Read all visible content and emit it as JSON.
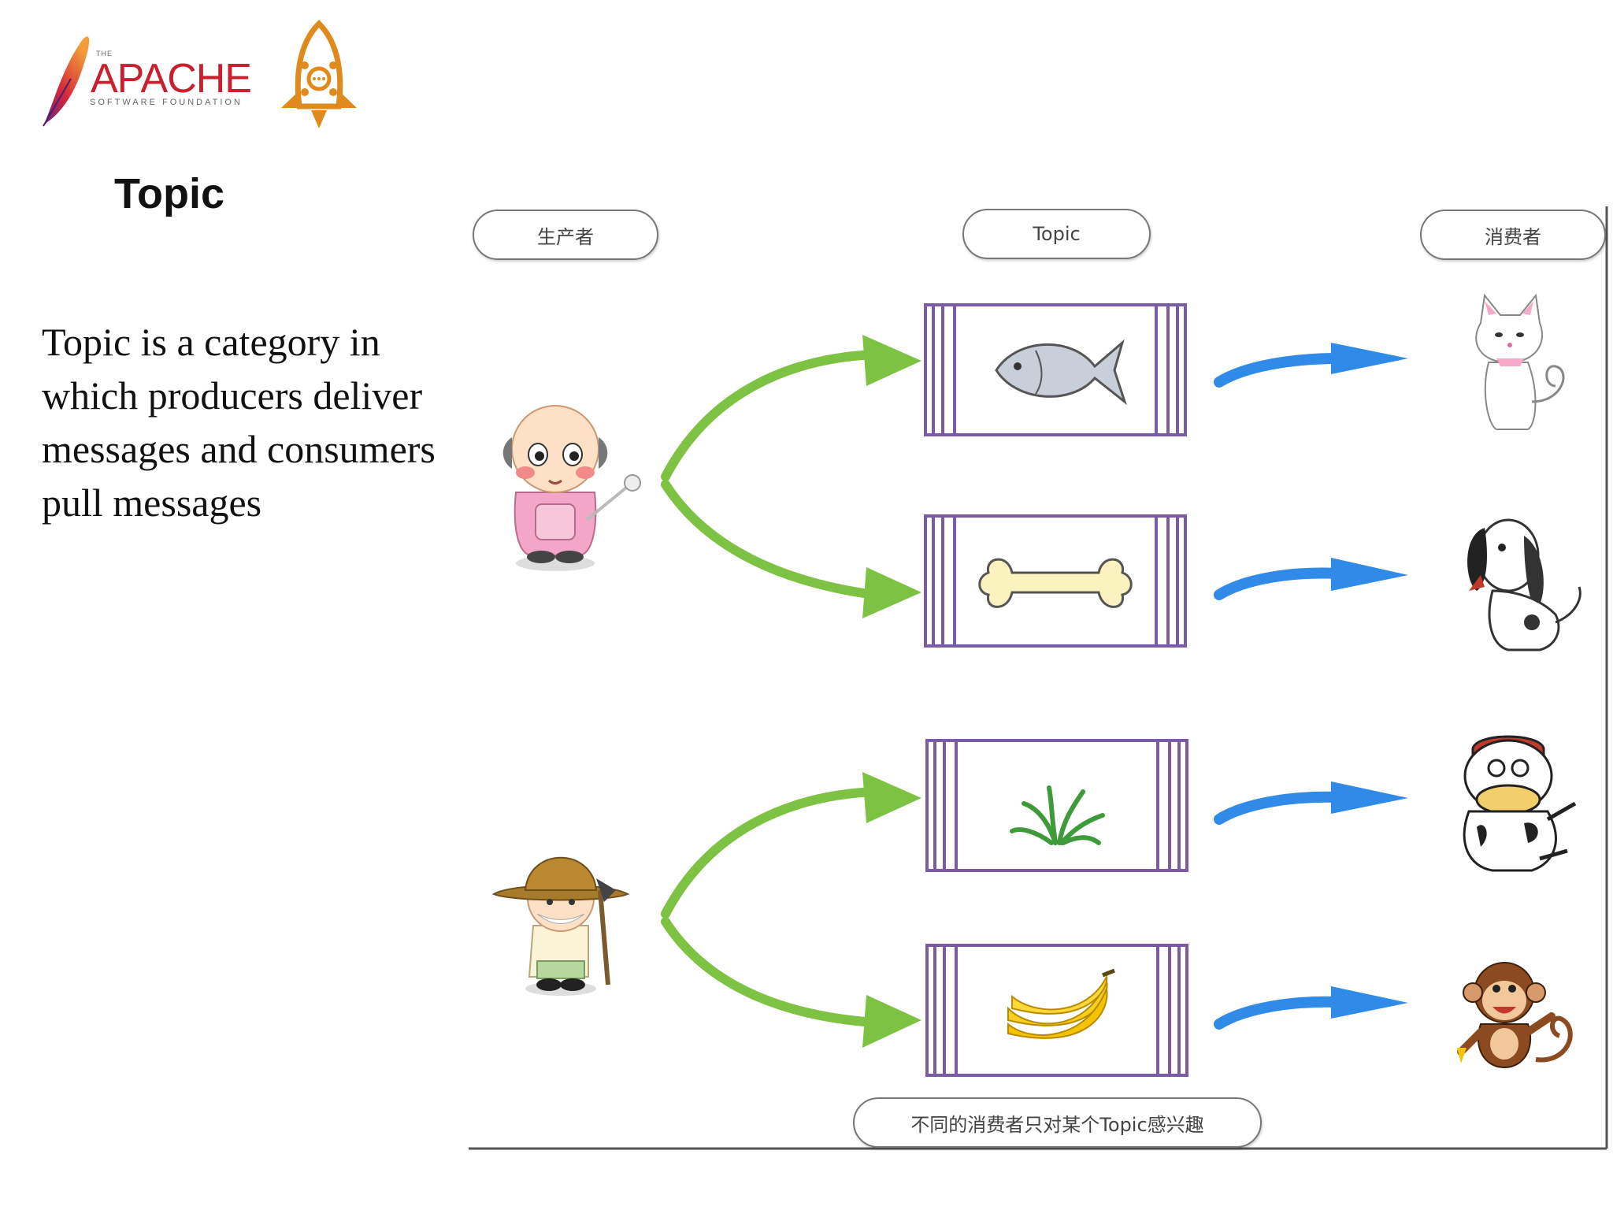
{
  "header": {
    "logo": {
      "the_text": "THE",
      "name_text": "APACHE",
      "sub_text": "SOFTWARE FOUNDATION",
      "feather_icon": "apache-feather-icon",
      "rocket_icon": "rocketmq-rocket-icon",
      "brand_color": "#c8202f",
      "rocket_color": "#e08a1e"
    }
  },
  "slide": {
    "title": "Topic",
    "body": "Topic is a category in which producers deliver messages and consumers pull messages"
  },
  "diagram": {
    "column_labels": {
      "producers": "生产者",
      "topic": "Topic",
      "consumers": "消费者"
    },
    "footer_label": "不同的消费者只对某个Topic感兴趣",
    "producers": [
      {
        "icon": "bald-grandpa-icon"
      },
      {
        "icon": "farmer-with-hat-icon"
      }
    ],
    "topics": [
      {
        "icon": "fish-icon"
      },
      {
        "icon": "bone-icon"
      },
      {
        "icon": "grass-icon"
      },
      {
        "icon": "banana-icon"
      }
    ],
    "consumers": [
      {
        "icon": "cat-icon"
      },
      {
        "icon": "dog-icon"
      },
      {
        "icon": "cow-icon"
      },
      {
        "icon": "monkey-icon"
      }
    ],
    "colors": {
      "topic_border": "#7b5aa6",
      "producer_arrow": "#7dc242",
      "consumer_arrow": "#2f8ae8"
    }
  }
}
